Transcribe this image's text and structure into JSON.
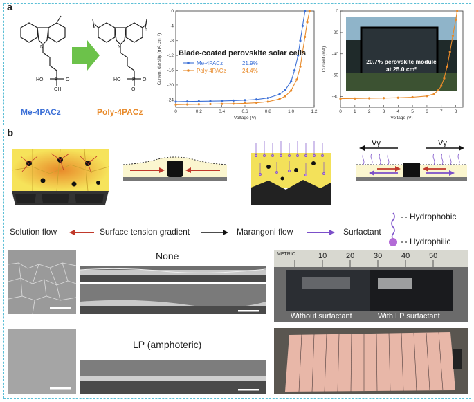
{
  "panel_a": {
    "label": "a",
    "molecules": [
      {
        "name": "Me-4PACz",
        "color": "#3b6fd6"
      },
      {
        "name": "Poly-4PACz",
        "color": "#e88a2a"
      }
    ],
    "polymer_subscript": "n",
    "phosphonic_groups": [
      "HO",
      "P",
      "O",
      "OH"
    ]
  },
  "chart_data": [
    {
      "type": "line",
      "title": "Blade-coated perovskite solar cells",
      "xlabel": "Voltage (V)",
      "ylabel": "Current density (mA cm⁻²)",
      "xlim": [
        0,
        1.2
      ],
      "ylim": [
        -26,
        0
      ],
      "xticks": [
        "0",
        "0.2",
        "0.4",
        "0.6",
        "0.8",
        "1.0",
        "1.2"
      ],
      "yticks": [
        "0",
        "-4",
        "-8",
        "-12",
        "-16",
        "-20",
        "-24"
      ],
      "grid": false,
      "legend_position": "middle-left",
      "series": [
        {
          "name": "Me-4PACz",
          "value_label": "21.9%",
          "color": "#3b6fd6",
          "x": [
            0,
            0.1,
            0.2,
            0.3,
            0.4,
            0.5,
            0.6,
            0.7,
            0.8,
            0.9,
            0.95,
            1.0,
            1.03,
            1.06,
            1.08,
            1.1,
            1.12
          ],
          "y": [
            -24.5,
            -24.45,
            -24.4,
            -24.35,
            -24.3,
            -24.2,
            -24.1,
            -23.9,
            -23.5,
            -22.5,
            -21.3,
            -19,
            -16,
            -12,
            -8,
            -4,
            0
          ]
        },
        {
          "name": "Poly-4PACz",
          "value_label": "24.4%",
          "color": "#e88a2a",
          "x": [
            0,
            0.1,
            0.2,
            0.3,
            0.4,
            0.5,
            0.6,
            0.7,
            0.8,
            0.9,
            0.95,
            1.0,
            1.05,
            1.08,
            1.1,
            1.12,
            1.14,
            1.16
          ],
          "y": [
            -25.3,
            -25.25,
            -25.2,
            -25.15,
            -25.1,
            -25.05,
            -24.95,
            -24.8,
            -24.5,
            -23.8,
            -23.0,
            -21.5,
            -18.5,
            -15,
            -11,
            -7,
            -3,
            0
          ]
        }
      ]
    },
    {
      "type": "line",
      "xlabel": "Voltage (V)",
      "ylabel": "Current (mA)",
      "xlim": [
        0,
        8.5
      ],
      "ylim": [
        -90,
        0
      ],
      "xticks": [
        "0",
        "1",
        "2",
        "3",
        "4",
        "5",
        "6",
        "7",
        "8"
      ],
      "yticks": [
        "0",
        "-20",
        "-40",
        "-60",
        "-80"
      ],
      "grid": false,
      "series": [
        {
          "color": "#e88a2a",
          "x": [
            0,
            1,
            2,
            3,
            4,
            5,
            6,
            6.5,
            6.8,
            7.0,
            7.2,
            7.4,
            7.6,
            7.8,
            8.0,
            8.1
          ],
          "y": [
            -82,
            -81.8,
            -81.6,
            -81.4,
            -81.1,
            -80.6,
            -79.5,
            -77.5,
            -74,
            -70,
            -63,
            -52,
            -38,
            -23,
            -8,
            0
          ]
        }
      ],
      "inset_photo_text": [
        "20.7% perovskite module",
        "at 25.0 cm²"
      ]
    }
  ],
  "panel_b": {
    "label": "b",
    "legend": {
      "solution_flow": "Solution flow",
      "surface_tension": "Surface tension gradient",
      "marangoni": "Marangoni flow",
      "surfactant": "Surfactant",
      "hydrophobic": "Hydrophobic",
      "hydrophilic": "Hydrophilic"
    },
    "gradient_symbol": "∇γ",
    "colors": {
      "red": "#c0392b",
      "black": "#111111",
      "purple": "#7b4fc9",
      "film": "#f3e15a"
    },
    "sem_labels": {
      "none": "None",
      "lp": "LP (amphoteric)"
    },
    "photo": {
      "ruler": [
        "METRIC",
        "10",
        "20",
        "30",
        "40",
        "50"
      ],
      "without": "Without surfactant",
      "with": "With LP surfactant"
    }
  }
}
